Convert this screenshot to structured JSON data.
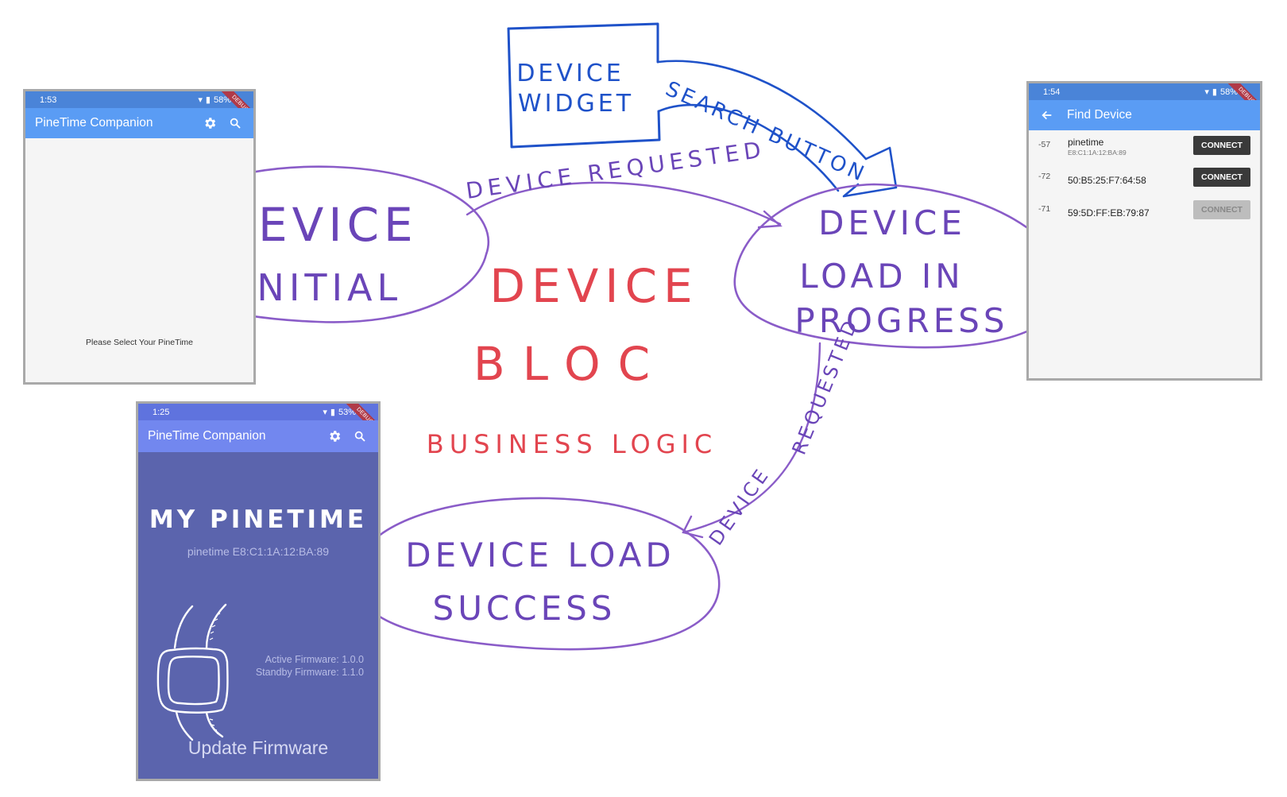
{
  "phone_initial": {
    "time": "1:53",
    "battery": "58%",
    "debug": "DEBUG",
    "title": "PineTime Companion",
    "message": "Please Select Your PineTime"
  },
  "phone_find": {
    "time": "1:54",
    "battery": "58%",
    "debug": "DEBUG",
    "title": "Find Device",
    "devices": [
      {
        "rssi": "-57",
        "name": "pinetime",
        "mac": "E8:C1:1A:12:BA:89",
        "button": "CONNECT",
        "enabled": true
      },
      {
        "rssi": "-72",
        "name": "50:B5:25:F7:64:58",
        "mac": "",
        "button": "CONNECT",
        "enabled": true
      },
      {
        "rssi": "-71",
        "name": "59:5D:FF:EB:79:87",
        "mac": "",
        "button": "CONNECT",
        "enabled": false
      }
    ]
  },
  "phone_success": {
    "time": "1:25",
    "battery": "53%",
    "debug": "DEBUG",
    "title": "PineTime Companion",
    "heading": "MY PINETIME",
    "device_line": "pinetime E8:C1:1A:12:BA:89",
    "active_fw": "Active Firmware: 1.0.0",
    "standby_fw": "Standby Firmware: 1.1.0",
    "update_label": "Update Firmware"
  },
  "diagram": {
    "state_initial": [
      "DEVICE",
      "INITIAL"
    ],
    "state_progress": [
      "DEVICE",
      "LOAD IN",
      "PROGRESS"
    ],
    "state_success": [
      "DEVICE LOAD",
      "SUCCESS"
    ],
    "widget": [
      "DEVICE",
      "WIDGET"
    ],
    "search_button": "SEARCH BUTTON",
    "edge_top": "DEVICE REQUESTED",
    "edge_right_a": "DEVICE",
    "edge_right_b": "REQUESTED",
    "bloc_title": [
      "DEVICE",
      "BLOC"
    ],
    "bloc_subtitle": "BUSINESS LOGIC"
  },
  "colors": {
    "appbar": "#5a9cf4",
    "statusbar": "#4a84d8",
    "appbar_dark": "#7287ef",
    "statusbar_dark": "#5f73de",
    "body_dark": "#5b64ad",
    "purple": "#7c55c4",
    "red": "#e2454f",
    "blue": "#1f52c9"
  }
}
